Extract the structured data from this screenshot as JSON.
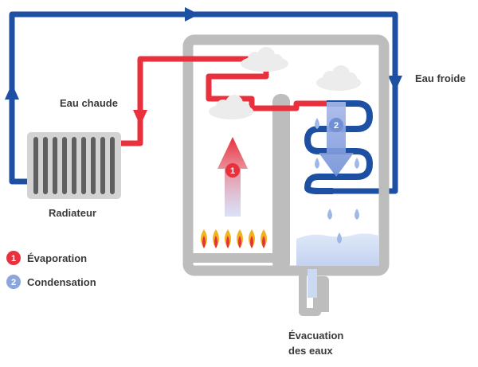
{
  "labels": {
    "hot_water": "Eau chaude",
    "cold_water": "Eau froide",
    "radiator": "Radiateur",
    "drain_line1": "Évacuation",
    "drain_line2": "des eaux"
  },
  "markers": {
    "evaporation_number": "1",
    "condensation_number": "2"
  },
  "legend": [
    {
      "number": "1",
      "label": "Évaporation"
    },
    {
      "number": "2",
      "label": "Condensation"
    }
  ],
  "colors": {
    "hot": "#e8313d",
    "cold": "#1d4fa3",
    "cold_light": "#8aa6dd",
    "body": "#bdbdbd",
    "water": "#cbd9f3",
    "flame": "#f2b320"
  }
}
